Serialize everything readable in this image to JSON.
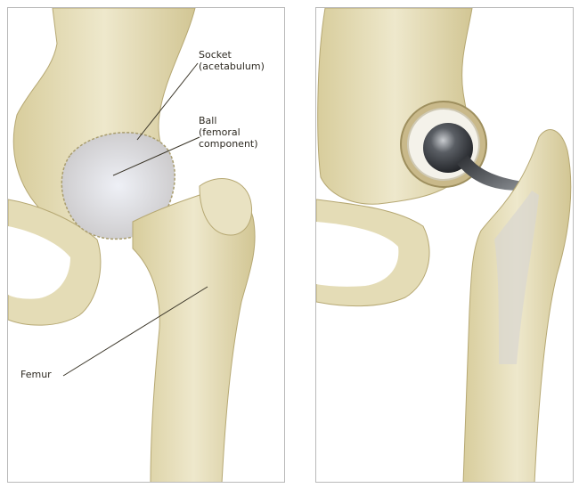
{
  "labels": {
    "socket": "Socket\n(acetabulum)",
    "ball": "Ball\n(femoral\ncomponent)",
    "femur": "Femur"
  },
  "colors": {
    "bone_light": "#ece6c9",
    "bone_mid": "#ddd3a8",
    "bone_dark": "#bfb07a",
    "cartilage": "#dcdde6",
    "metal": "#3a3d42",
    "liner": "#f4f2ea",
    "leader_line": "#3a3528"
  }
}
